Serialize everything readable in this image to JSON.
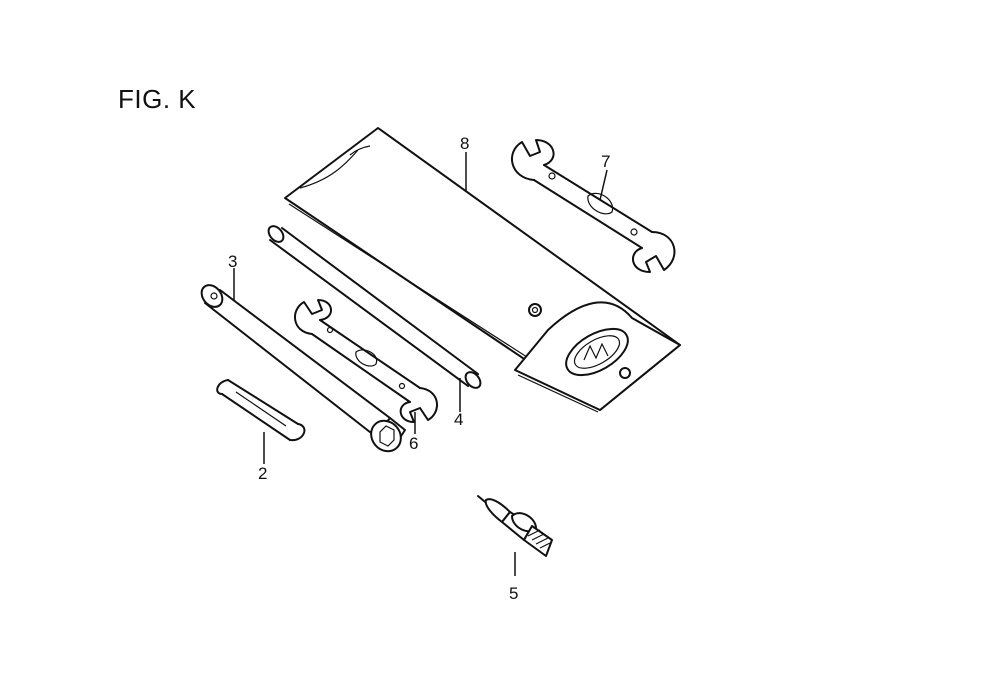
{
  "figure": {
    "title": "FIG. K"
  },
  "callouts": [
    {
      "id": "1",
      "label": "8"
    },
    {
      "id": "2",
      "label": "7"
    },
    {
      "id": "3",
      "label": "3"
    },
    {
      "id": "4",
      "label": "4"
    },
    {
      "id": "5",
      "label": "6"
    },
    {
      "id": "6",
      "label": "2"
    },
    {
      "id": "7",
      "label": "5"
    }
  ],
  "parts": [
    {
      "ref": "8",
      "icon": "tool-bag-icon"
    },
    {
      "ref": "7",
      "icon": "open-end-wrench-icon"
    },
    {
      "ref": "4",
      "icon": "tommy-bar-icon"
    },
    {
      "ref": "3",
      "icon": "plug-wrench-icon"
    },
    {
      "ref": "6",
      "icon": "open-end-wrench-icon"
    },
    {
      "ref": "2",
      "icon": "screwdriver-grip-icon"
    },
    {
      "ref": "5",
      "icon": "spark-plug-icon"
    }
  ],
  "colors": {
    "ink": "#111111",
    "paper": "#ffffff"
  }
}
